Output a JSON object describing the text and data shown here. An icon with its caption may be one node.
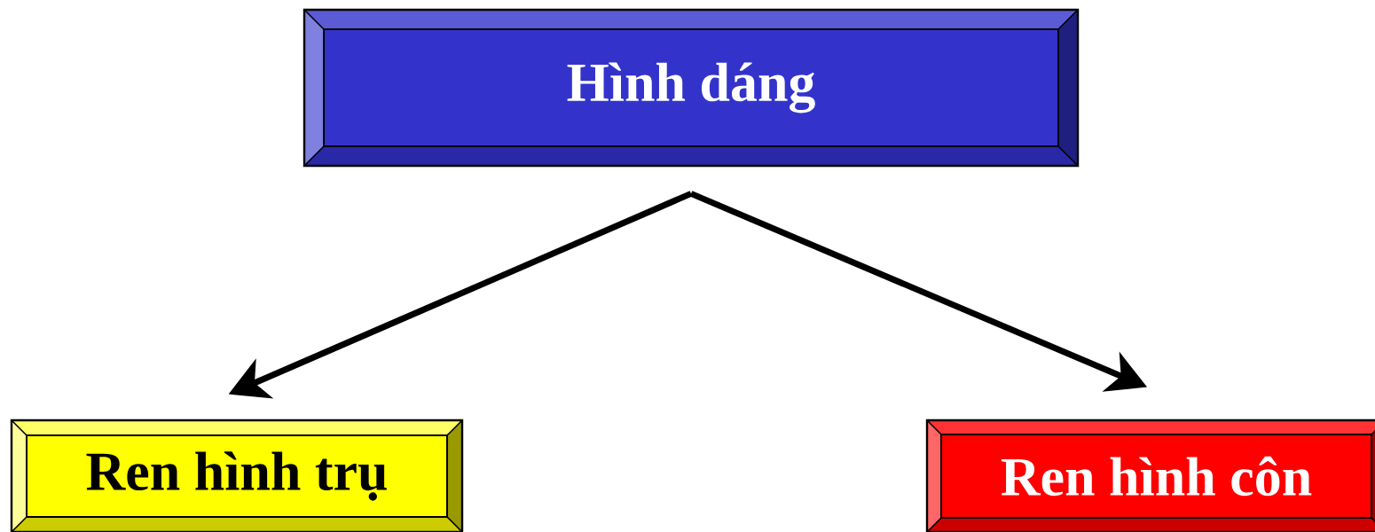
{
  "diagram": {
    "nodes": [
      {
        "text": [
          "Hình dáng"
        ]
      },
      {
        "text": [
          "Ren hình trụ"
        ]
      },
      {
        "text": [
          "Ren hình côn"
        ]
      }
    ],
    "edges": [
      {
        "from": 0,
        "to": 1,
        "arrow": "to"
      },
      {
        "from": 0,
        "to": 2,
        "arrow": "to"
      }
    ]
  }
}
